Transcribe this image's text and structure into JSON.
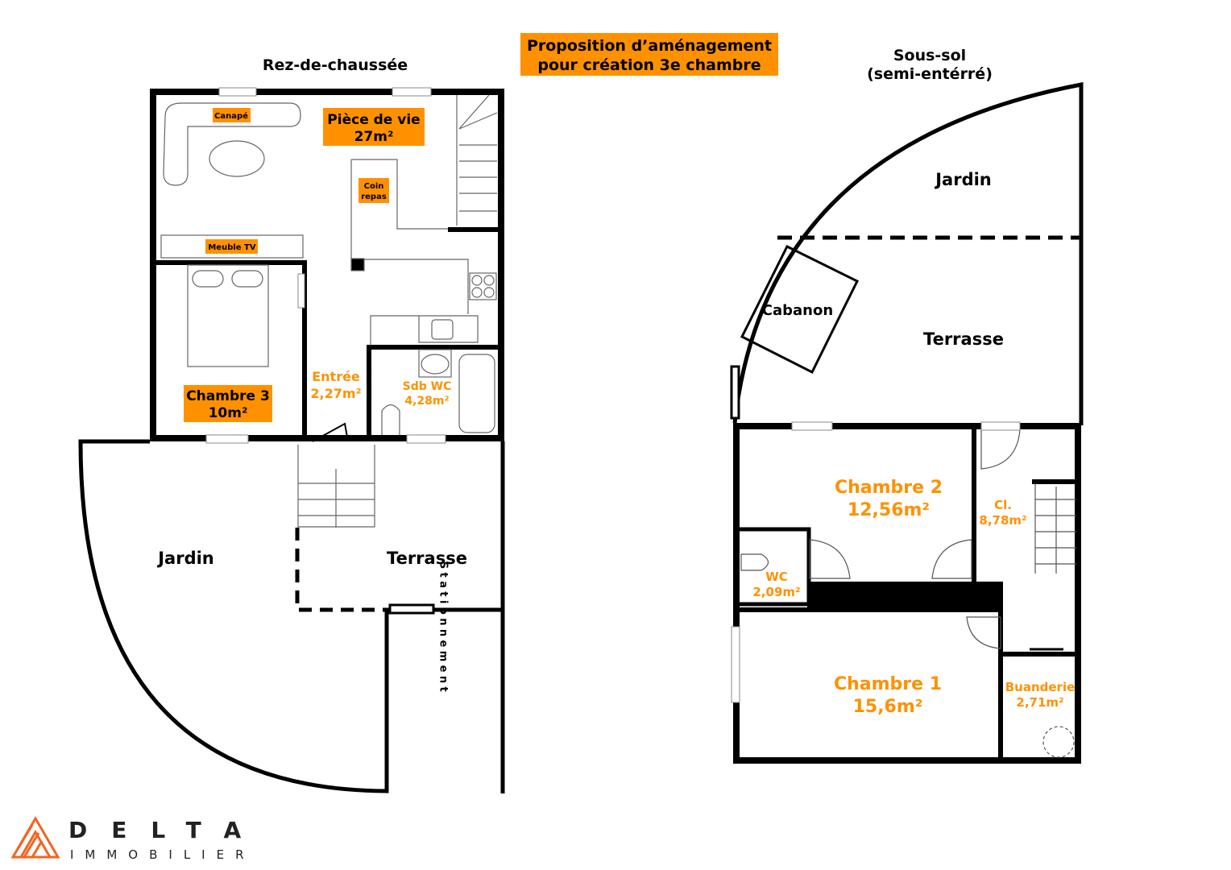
{
  "colors": {
    "accent": "#FF9100",
    "wall": "#000000",
    "furniture": "#555555"
  },
  "title": {
    "line1": "Proposition d’aménagement",
    "line2": "pour création 3e chambre"
  },
  "ground_floor": {
    "heading": "Rez-de-chaussée",
    "rooms": {
      "piece_de_vie": {
        "name": "Pièce de vie",
        "area": "27m²"
      },
      "chambre3": {
        "name": "Chambre 3",
        "area": "10m²"
      },
      "entree": {
        "name": "Entrée",
        "area": "2,27m²"
      },
      "sdb": {
        "name": "Sdb WC",
        "area": "4,28m²"
      }
    },
    "furniture": {
      "canape": "Canapé",
      "coin1": "Coin",
      "coin2": "repas",
      "meuble_tv": "Meuble TV"
    },
    "outside": {
      "jardin": "Jardin",
      "terrasse": "Terrasse",
      "stationnement": "Stationnement"
    }
  },
  "basement": {
    "heading1": "Sous-sol",
    "heading2": "(semi-entérré)",
    "outside": {
      "jardin": "Jardin",
      "terrasse": "Terrasse",
      "cabanon": "Cabanon"
    },
    "rooms": {
      "chambre2": {
        "name": "Chambre 2",
        "area": "12,56m²"
      },
      "cl": {
        "name": "Cl.",
        "area": "8,78m²"
      },
      "wc": {
        "name": "WC",
        "area": "2,09m²"
      },
      "chambre1": {
        "name": "Chambre 1",
        "area": "15,6m²"
      },
      "buanderie": {
        "name": "Buanderie",
        "area": "2,71m²"
      }
    }
  },
  "logo": {
    "brand": "DELTA",
    "sub": "IMMOBILIER"
  }
}
